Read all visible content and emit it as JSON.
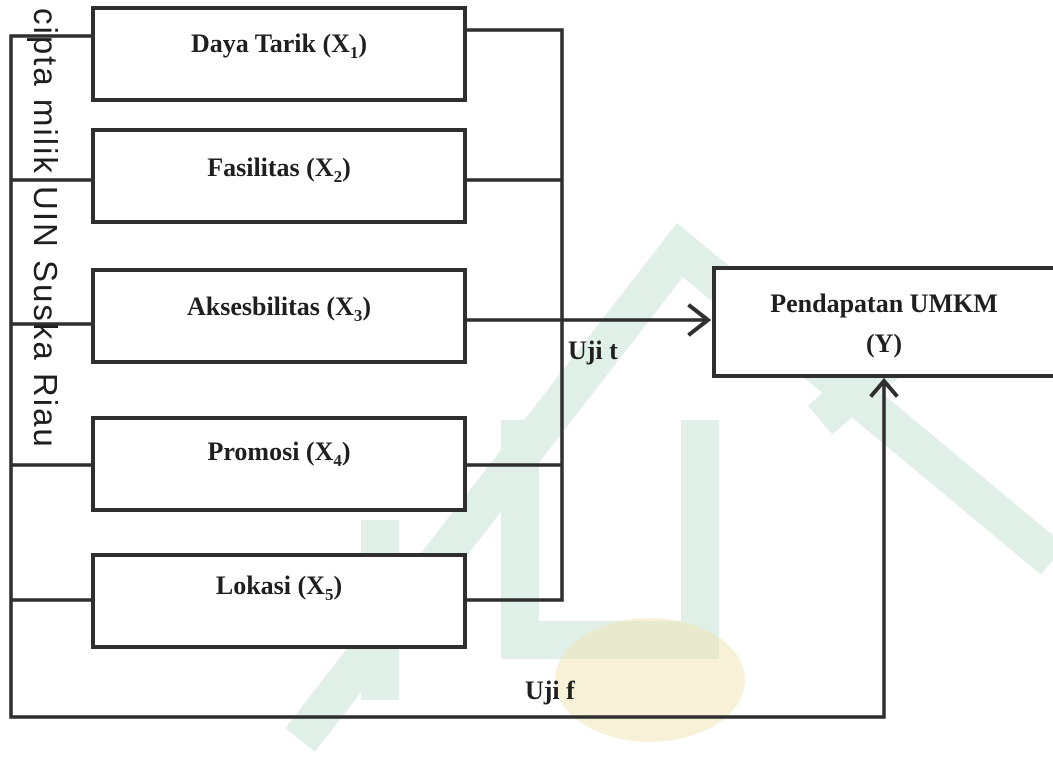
{
  "variables": [
    {
      "label": "Daya Tarik (X",
      "sub": "1",
      "close": ")"
    },
    {
      "label": "Fasilitas (X",
      "sub": "2",
      "close": ")"
    },
    {
      "label": "Aksesbilitas (X",
      "sub": "3",
      "close": ")"
    },
    {
      "label": "Promosi (X",
      "sub": "4",
      "close": ")"
    },
    {
      "label": "Lokasi  (X",
      "sub": "5",
      "close": ")"
    }
  ],
  "outcome": {
    "line1": "Pendapatan  UMKM",
    "line2": "(Y)"
  },
  "tests": {
    "partial": "Uji t",
    "simultaneous": "Uji f"
  },
  "watermark": {
    "text": "cipta milik UIN Suska Riau",
    "color": "#7fc4a0"
  },
  "colors": {
    "line": "#2f2f2f",
    "text": "#1f1f1f",
    "emblem": "#c8e3d4",
    "seal": "#f1e6b8"
  }
}
